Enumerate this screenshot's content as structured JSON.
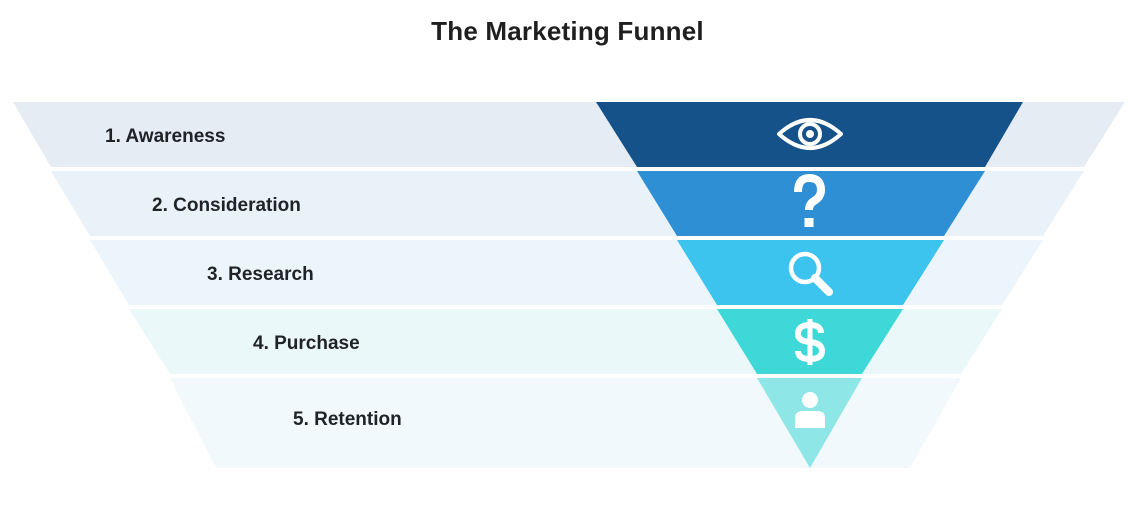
{
  "title": "The Marketing Funnel",
  "stages": [
    {
      "label": "1. Awareness",
      "icon": "eye-icon",
      "color": "#16528a",
      "band_color": "#e6ecf3"
    },
    {
      "label": "2. Consideration",
      "icon": "question-icon",
      "color": "#2f8fd5",
      "band_color": "#eaf2f9"
    },
    {
      "label": "3. Research",
      "icon": "magnifier-icon",
      "color": "#3cc4ee",
      "band_color": "#ebf5fb"
    },
    {
      "label": "4. Purchase",
      "icon": "dollar-icon",
      "color": "#3fd8d8",
      "band_color": "#ebf8fa"
    },
    {
      "label": "5. Retention",
      "icon": "user-icon",
      "color": "#8fe6e6",
      "band_color": "#f1f9fc"
    }
  ]
}
